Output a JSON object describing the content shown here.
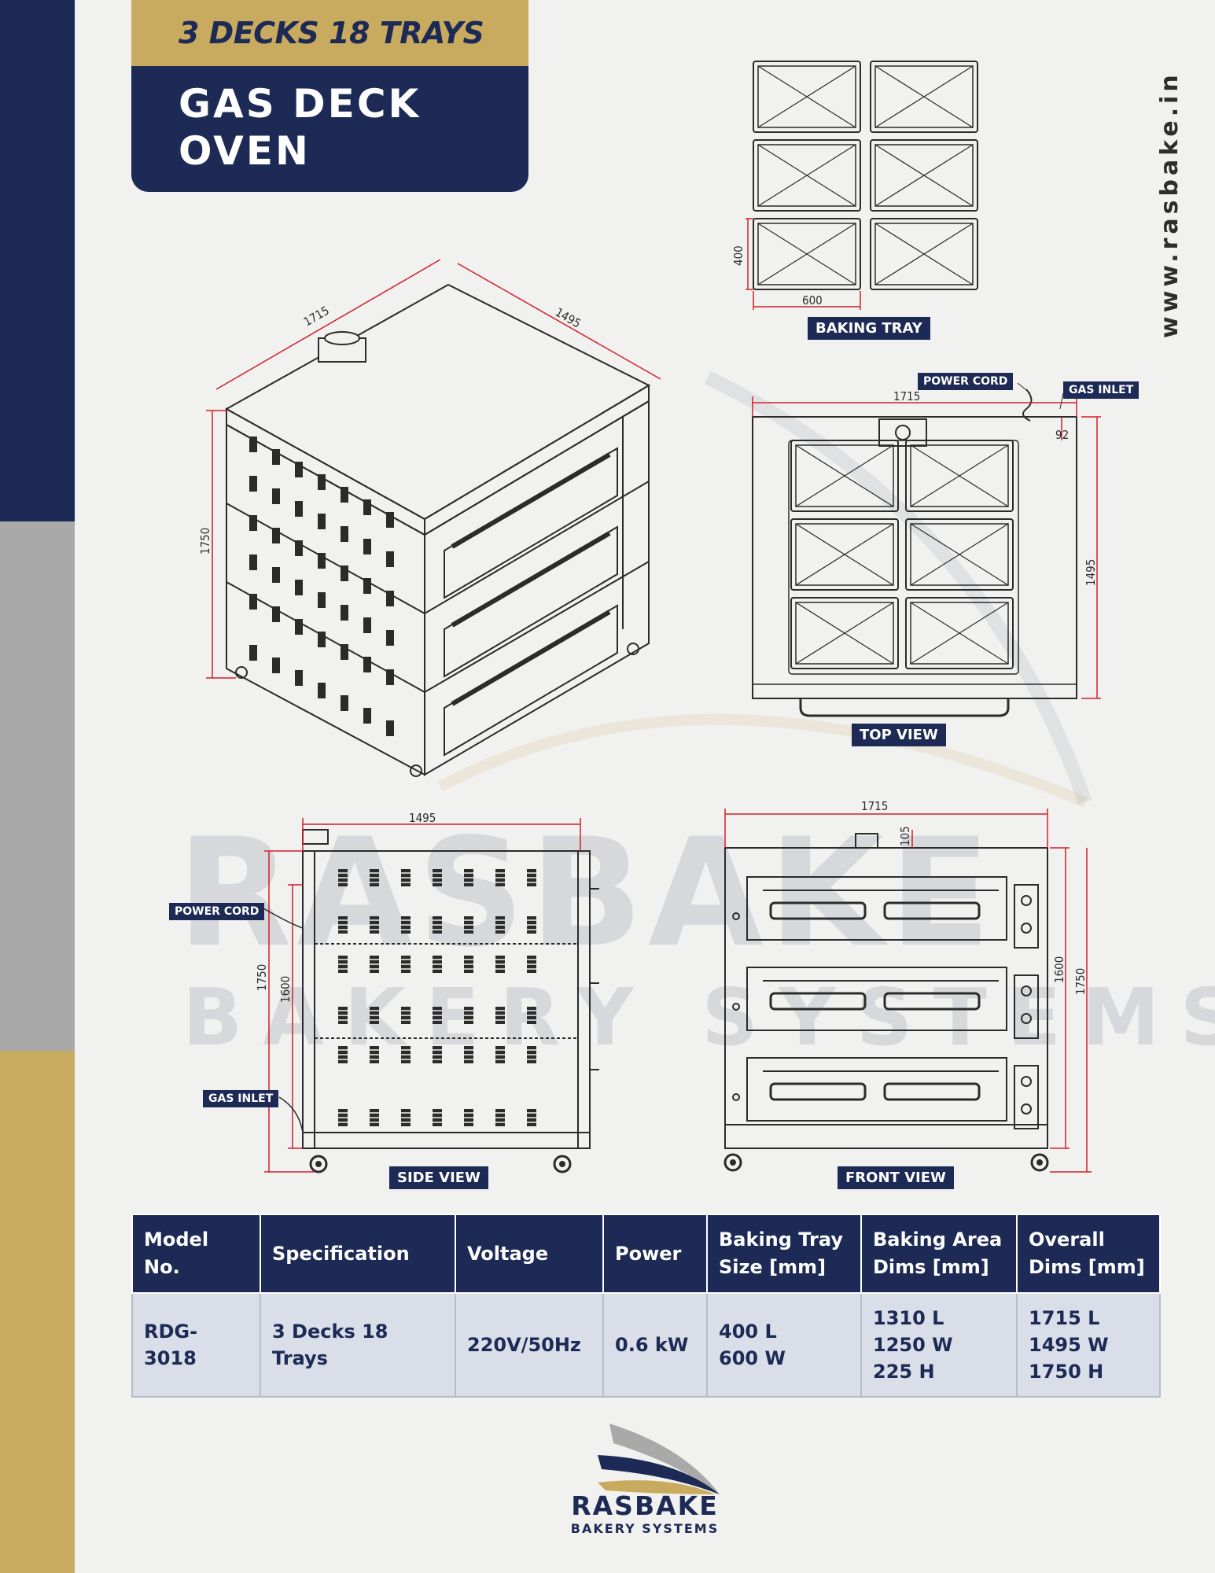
{
  "header": {
    "subtitle": "3 DECKS 18 TRAYS",
    "title_line1": "GAS DECK",
    "title_line2": "OVEN"
  },
  "website": "www.rasbake.in",
  "watermark": {
    "line1": "RASBAKE",
    "line2": "BAKERY SYSTEMS"
  },
  "colors": {
    "navy": "#1c2a55",
    "gold": "#c8ab5e",
    "grey": "#a9a9a9",
    "dimension_red": "#d21f2a"
  },
  "views": {
    "baking_tray": {
      "label": "BAKING TRAY",
      "dim_w": "600",
      "dim_h": "400"
    },
    "top_view": {
      "label": "TOP VIEW",
      "power_cord": "POWER CORD",
      "gas_inlet": "GAS INLET",
      "dim_w": "1715",
      "dim_d": "1495",
      "dim_inlet": "92"
    },
    "iso_view": {
      "dim_w": "1715",
      "dim_d": "1495",
      "dim_h": "1750"
    },
    "side_view": {
      "label": "SIDE VIEW",
      "power_cord": "POWER CORD",
      "gas_inlet": "GAS INLET",
      "dim_w": "1495",
      "dim_h1": "1750",
      "dim_h2": "1600"
    },
    "front_view": {
      "label": "FRONT VIEW",
      "dim_w": "1715",
      "dim_chimney": "105",
      "dim_h1": "1600",
      "dim_h2": "1750"
    }
  },
  "table": {
    "headers": [
      "Model No.",
      "Specification",
      "Voltage",
      "Power",
      "Baking Tray",
      "Size [mm]",
      "Baking Area",
      "Dims [mm]",
      "Overall",
      "Dims [mm]"
    ],
    "row": {
      "model": "RDG-3018",
      "specification": "3 Decks 18 Trays",
      "voltage": "220V/50Hz",
      "power": "0.6 kW",
      "tray_l": "400 L",
      "tray_w": "600 W",
      "area_l": "1310 L",
      "area_w": "1250 W",
      "area_h": "225 H",
      "overall_l": "1715 L",
      "overall_w": "1495 W",
      "overall_h": "1750 H"
    }
  },
  "logo": {
    "name": "RASBAKE",
    "sub": "BAKERY SYSTEMS"
  }
}
